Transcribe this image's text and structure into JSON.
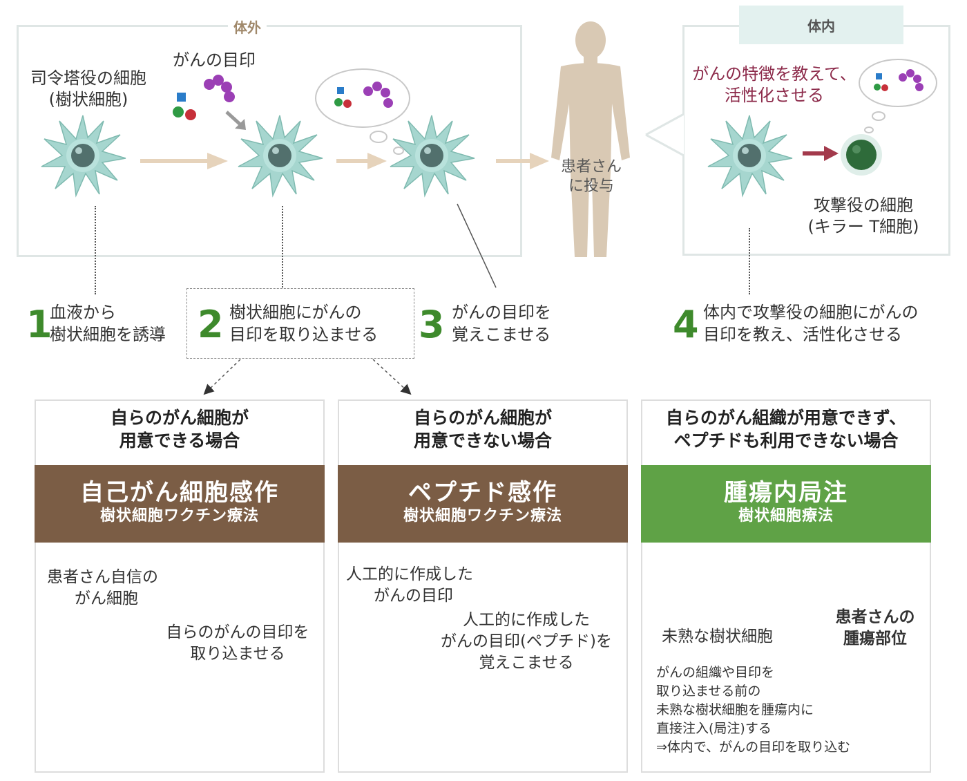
{
  "zones": {
    "outside_label": "体外",
    "inside_label": "体内"
  },
  "top": {
    "dendritic_cell_label_1": "司令塔役の細胞",
    "dendritic_cell_label_2": "(樹状細胞)",
    "cancer_marker_label": "がんの目印",
    "administer_label_1": "患者さん",
    "administer_label_2": "に投与",
    "activate_label_1": "がんの特徴を教えて、",
    "activate_label_2": "活性化させる",
    "killer_label_1": "攻撃役の細胞",
    "killer_label_2": "(キラー T細胞)"
  },
  "steps": [
    {
      "num": "1",
      "line1": "血液から",
      "line2": "樹状細胞を誘導"
    },
    {
      "num": "2",
      "line1": "樹状細胞にがんの",
      "line2": "目印を取り込ませる"
    },
    {
      "num": "3",
      "line1": "がんの目印を",
      "line2": "覚えこませる"
    },
    {
      "num": "4",
      "line1": "体内で攻撃役の細胞にがんの",
      "line2": "目印を教え、活性化させる"
    }
  ],
  "panels": [
    {
      "cond_1": "自らのがん細胞が",
      "cond_2": "用意できる場合",
      "title": "自己がん細胞感作",
      "subtitle": "樹状細胞ワクチン療法",
      "note_1": "患者さん自信の",
      "note_2": "がん細胞",
      "note_3": "自らのがんの目印を",
      "note_4": "取り込ませる"
    },
    {
      "cond_1": "自らのがん細胞が",
      "cond_2": "用意できない場合",
      "title": "ペプチド感作",
      "subtitle": "樹状細胞ワクチン療法",
      "note_1": "人工的に作成した",
      "note_2": "がんの目印",
      "note_3": "人工的に作成した",
      "note_4": "がんの目印(ペプチド)を",
      "note_5": "覚えこませる"
    },
    {
      "cond_1": "自らのがん組織が用意できず、",
      "cond_2": "ペプチドも利用できない場合",
      "title": "腫瘍内局注",
      "subtitle": "樹状細胞療法",
      "immature_label": "未熟な樹状細胞",
      "site_1": "患者さんの",
      "site_2": "腫瘍部位",
      "desc_1": "がんの組織や目印を",
      "desc_2": "取り込ませる前の",
      "desc_3": "未熟な樹状細胞を腫瘍内に",
      "desc_4": "直接注入(局注)する",
      "desc_5": "⇒体内で、がんの目印を取り込む"
    }
  ],
  "colors": {
    "brown_band": "#7b5d45",
    "green_band": "#5fa246",
    "cell": "#9fd1c9",
    "nucleus": "#4f6d6a",
    "peptide": "#9b3fb5",
    "silhouette": "#d9c9b4",
    "step_number": "#3e8a2c"
  }
}
